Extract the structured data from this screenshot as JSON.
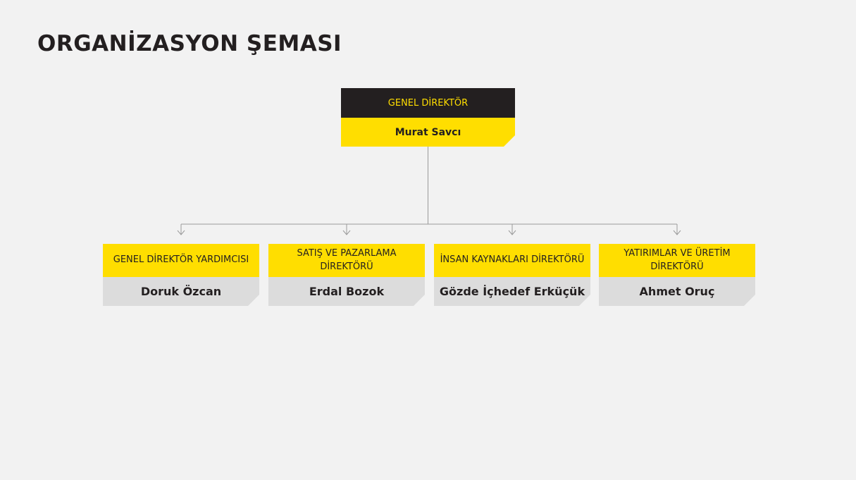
{
  "title": "ORGANİZASYON ŞEMASI",
  "colors": {
    "background": "#f2f2f2",
    "accent_yellow": "#ffde00",
    "dark": "#231f20",
    "name_gray": "#dcdcdc",
    "connector_gray": "#9a9a9a"
  },
  "top": {
    "role": "GENEL DİREKTÖR",
    "name": "Murat Savcı"
  },
  "directors": [
    {
      "role": "GENEL DİREKTÖR YARDIMCISI",
      "name": "Doruk Özcan"
    },
    {
      "role": "SATIŞ VE PAZARLAMA DİREKTÖRÜ",
      "name": "Erdal Bozok"
    },
    {
      "role": "İNSAN KAYNAKLARI DİREKTÖRÜ",
      "name": "Gözde İçhedef Erküçük"
    },
    {
      "role": "YATIRIMLAR VE ÜRETİM DİREKTÖRÜ",
      "name": "Ahmet Oruç"
    }
  ]
}
